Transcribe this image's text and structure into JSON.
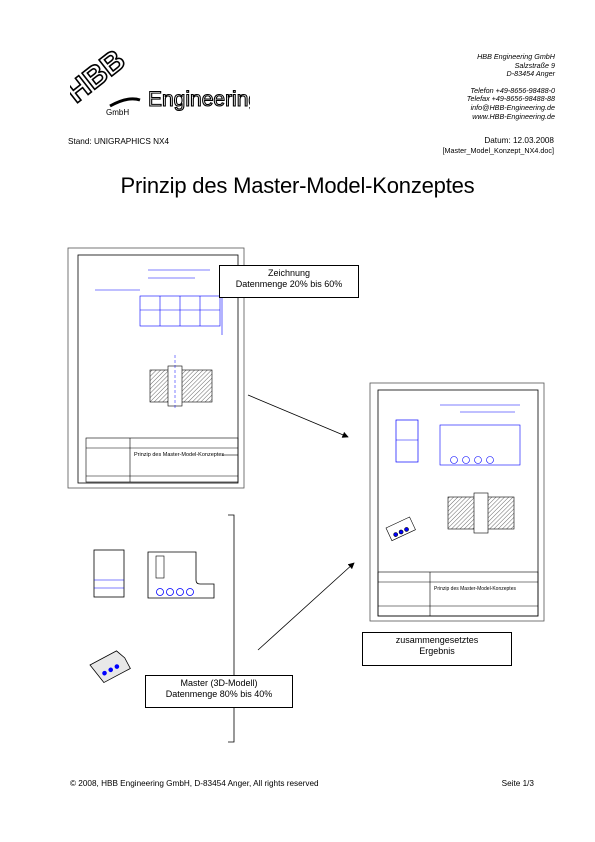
{
  "logo": {
    "name": "Engineering",
    "monogram": "HBB",
    "suffix": "GmbH"
  },
  "company": {
    "name": "HBB Engineering GmbH",
    "street": "Salzstraße 9",
    "city": "D-83454 Anger",
    "phone": "Telefon  +49-8656-98488-0",
    "fax": "Telefax  +49-8656-98488-88",
    "email": "info@HBB-Engineering.de",
    "web": "www.HBB-Engineering.de"
  },
  "header": {
    "stand": "Stand: UNIGRAPHICS NX4",
    "datum": "Datum: 12.03.2008",
    "filename": "[Master_Model_Konzept_NX4.doc]"
  },
  "title": "Prinzip des Master-Model-Konzeptes",
  "callouts": {
    "drawing_line1": "Zeichnung",
    "drawing_line2": "Datenmenge 20% bis 60%",
    "master_line1": "Master (3D-Modell)",
    "master_line2": "Datenmenge 80% bis 40%",
    "result_line1": "zusammengesetztes",
    "result_line2": "Ergebnis"
  },
  "drawing_sheet": {
    "title_text": "Prinzip des Master-Model-Konzeptes"
  },
  "footer": {
    "copyright": "© 2008, HBB Engineering GmbH, D-83454 Anger, All rights reserved",
    "page": "Seite 1/3"
  }
}
